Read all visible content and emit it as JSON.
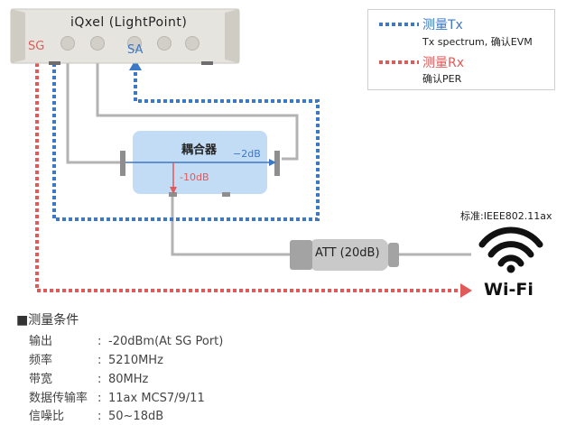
{
  "device": {
    "label": "iQxel  (LightPoint)",
    "port_sg": "SG",
    "port_sa": "SA"
  },
  "legend": {
    "tx_title": "测量Tx",
    "tx_desc": "Tx spectrum, 确认EVM",
    "rx_title": "测量Rx",
    "rx_desc": "确认PER",
    "tx_color": "#3c78c8",
    "rx_color": "#e05a5a"
  },
  "coupler": {
    "label": "耦合器",
    "through_loss": "−2dB",
    "coupled_loss": "-10dB"
  },
  "attenuator": {
    "label": "ATT (20dB)"
  },
  "dut": {
    "standard": "标准:IEEE802.11ax",
    "logo_text": "Wi-Fi"
  },
  "conditions": {
    "title": "■测量条件",
    "rows": [
      {
        "label": "输出",
        "value": "-20dBm(At SG Port)"
      },
      {
        "label": "频率",
        "value": "5210MHz"
      },
      {
        "label": "带宽",
        "value": "80MHz"
      },
      {
        "label": "数据传输率",
        "value": "11ax MCS7/9/11"
      },
      {
        "label": "信噪比",
        "value": "50~18dB"
      }
    ]
  }
}
